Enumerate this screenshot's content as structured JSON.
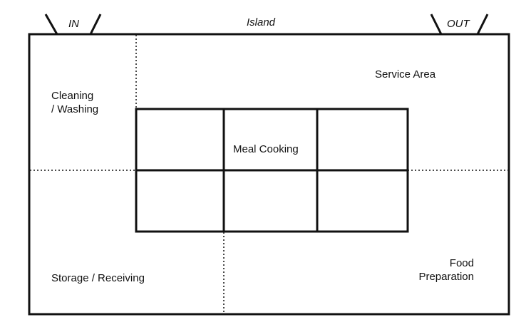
{
  "labels": {
    "in": "IN",
    "out": "OUT",
    "island": "Island",
    "service_area": "Service Area",
    "cleaning_line1": "Cleaning",
    "cleaning_line2": "/ Washing",
    "meal_cooking": "Meal Cooking",
    "storage": "Storage / Receiving",
    "food_line1": "Food",
    "food_line2": "Preparation"
  },
  "colors": {
    "line": "#111111",
    "background": "#ffffff"
  }
}
